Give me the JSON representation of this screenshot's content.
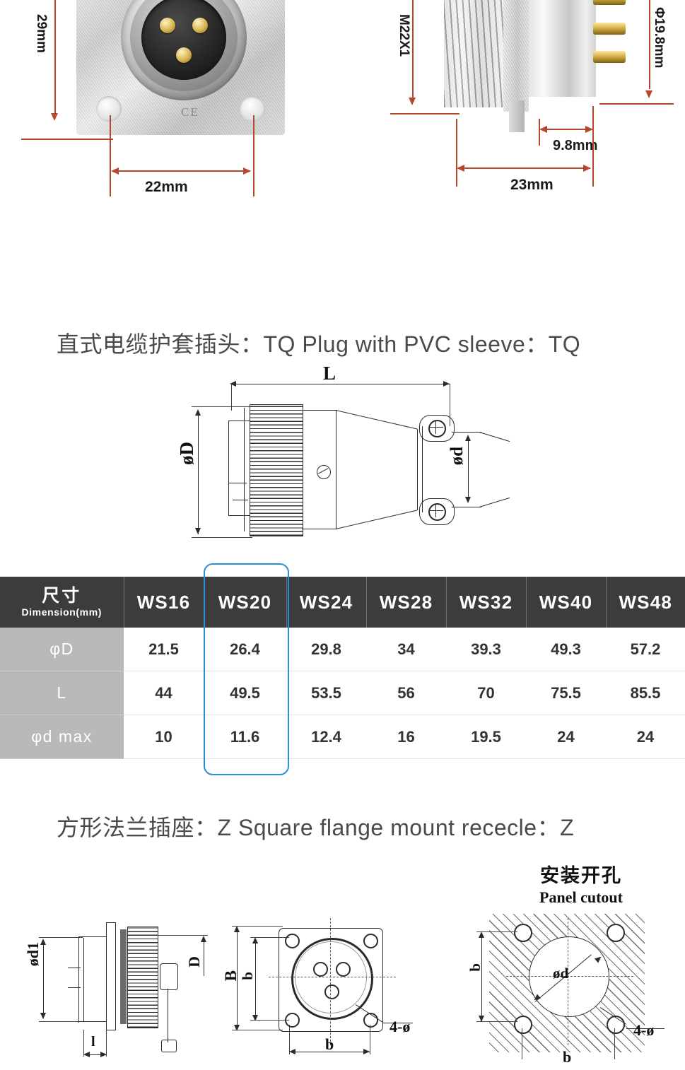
{
  "photos": {
    "front_view": {
      "name": "square-flange-receptacle-front-photo",
      "dim_height_label": "29mm",
      "dim_width_label": "22mm",
      "marking": "CE",
      "pin_count": 3
    },
    "side_view": {
      "name": "square-flange-receptacle-side-photo",
      "thread_label": "M22X1",
      "diameter_label": "Φ19.8mm",
      "depth_label": "9.8mm",
      "length_label": "23mm"
    },
    "dim_line_color": "#b5472e"
  },
  "sections": [
    {
      "id": "tq-plug",
      "title_cn": "直式电缆护套插头：",
      "title_en": "TQ Plug with PVC sleeve：",
      "title_code": "TQ",
      "title_full": "直式电缆护套插头：TQ Plug with PVC sleeve：TQ",
      "drawing_labels": {
        "length": "L",
        "outer_diameter": "øD",
        "cable_diameter": "ød"
      }
    },
    {
      "id": "z-square-flange",
      "title_cn": "方形法兰插座：",
      "title_en": "Z Square flange mount rececle：",
      "title_code": "Z",
      "title_full": "方形法兰插座：Z Square flange mount rececle：Z",
      "drawing_labels": {
        "side_diameter": "ød1",
        "side_depth": "D",
        "side_thickness": "l",
        "front_height": "B",
        "front_hole_pitch_v": "b",
        "front_hole_pitch_h": "b",
        "hole_callout": "4-ø"
      },
      "panel_cutout": {
        "title_cn": "安装开孔",
        "title_en": "Panel cutout",
        "labels": {
          "bore_diameter": "ød",
          "pitch_v": "b",
          "pitch_h": "b",
          "hole_callout": "4-ø"
        }
      }
    }
  ],
  "chart_data": {
    "type": "table",
    "title": "Dimension(mm)",
    "header_label_cn": "尺寸",
    "header_label_en": "Dimension(mm)",
    "categories": [
      "WS16",
      "WS20",
      "WS24",
      "WS28",
      "WS32",
      "WS40",
      "WS48"
    ],
    "rows": [
      {
        "label": "φD",
        "values": [
          "21.5",
          "26.4",
          "29.8",
          "34",
          "39.3",
          "49.3",
          "57.2"
        ]
      },
      {
        "label": "L",
        "values": [
          "44",
          "49.5",
          "53.5",
          "56",
          "70",
          "75.5",
          "85.5"
        ]
      },
      {
        "label": "φd max",
        "values": [
          "10",
          "11.6",
          "12.4",
          "16",
          "19.5",
          "24",
          "24"
        ]
      }
    ],
    "series": [
      {
        "name": "φD",
        "values": [
          21.5,
          26.4,
          29.8,
          34,
          39.3,
          49.3,
          57.2
        ]
      },
      {
        "name": "L",
        "values": [
          44,
          49.5,
          53.5,
          56,
          70,
          75.5,
          85.5
        ]
      },
      {
        "name": "φd max",
        "values": [
          10,
          11.6,
          12.4,
          16,
          19.5,
          24,
          24
        ]
      }
    ],
    "highlighted_column": "WS20",
    "highlight_color": "#2b8fd6",
    "header_bg": "#3c3c3c",
    "row_label_bg": "#b9b9b9"
  }
}
